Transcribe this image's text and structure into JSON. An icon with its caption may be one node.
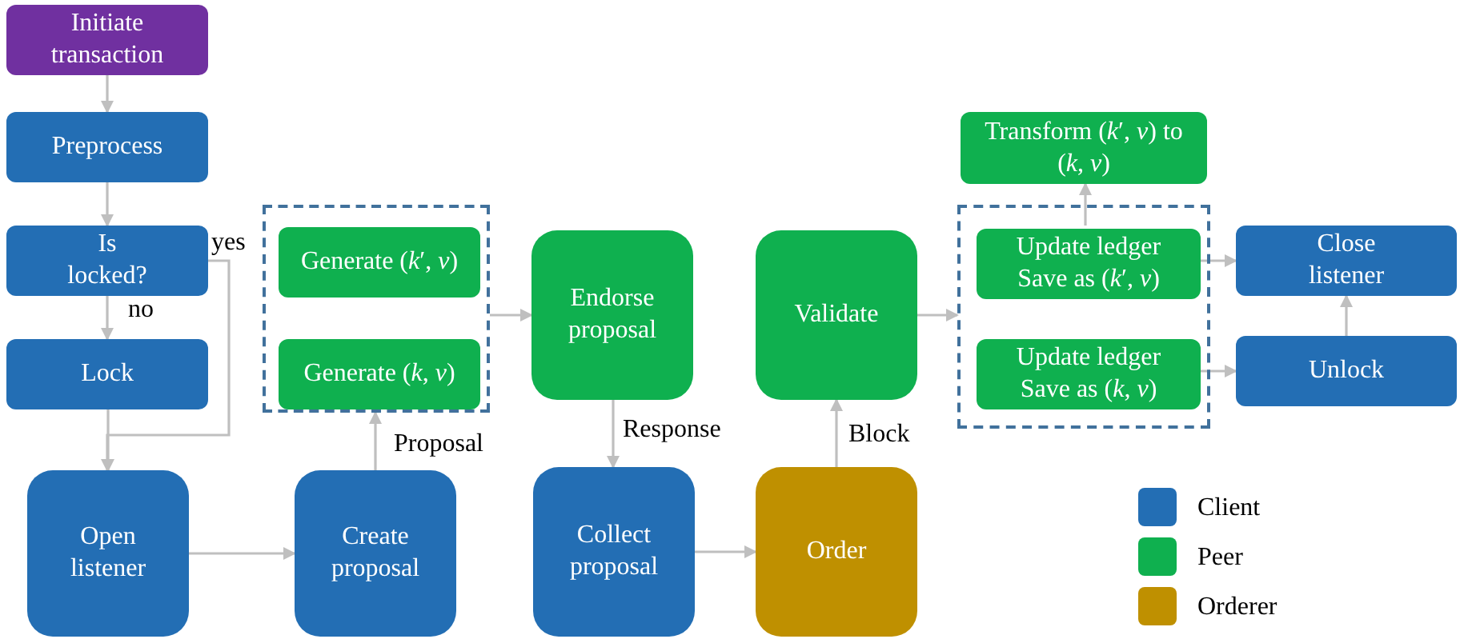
{
  "diagram": {
    "nodes": [
      {
        "text": [
          "Initiate transaction"
        ]
      },
      {
        "text": [
          "Preprocess"
        ]
      },
      {
        "text": [
          "Is locked?"
        ]
      },
      {
        "text": [
          "Lock"
        ]
      },
      {
        "text": [
          "Open listener"
        ]
      },
      {
        "text": [
          "Create proposal"
        ]
      },
      {
        "text": [],
        "shape": "box"
      },
      {
        "text": [
          "Generate (*k*′, *v*)"
        ],
        "in": 6
      },
      {
        "text": [
          "Generate (*k*, *v*)"
        ],
        "in": 6
      },
      {
        "text": [
          "Endorse proposal"
        ]
      },
      {
        "text": [
          "Collect proposal"
        ]
      },
      {
        "text": [
          "Validate"
        ]
      },
      {
        "text": [
          "Order"
        ]
      },
      {
        "text": [
          "Transform (*k*′, *v*) to (*k*, *v*)"
        ]
      },
      {
        "text": [],
        "shape": "box"
      },
      {
        "text": [
          "Update ledger Save as (*k*′, *v*)"
        ],
        "in": 14
      },
      {
        "text": [
          "Update ledger Save as (*k*, *v*)"
        ],
        "in": 14
      },
      {
        "text": [
          "Close listener"
        ]
      },
      {
        "text": [
          "Unlock"
        ]
      }
    ],
    "edges": [
      {
        "from": 0,
        "to": 1,
        "arrow": "to"
      },
      {
        "from": 1,
        "to": 2,
        "arrow": "to"
      },
      {
        "from": 2,
        "to": 3,
        "arrow": "to",
        "label": "no"
      },
      {
        "from": 3,
        "to": 4,
        "arrow": "to"
      },
      {
        "from": 2,
        "to": 4,
        "arrow": "to",
        "label": "yes"
      },
      {
        "from": 4,
        "to": 5,
        "arrow": "to"
      },
      {
        "from": 5,
        "to": 6,
        "arrow": "to",
        "label": "Proposal"
      },
      {
        "from": 6,
        "to": 9,
        "arrow": "to"
      },
      {
        "from": 9,
        "to": 10,
        "arrow": "to",
        "label": "Response"
      },
      {
        "from": 10,
        "to": 12,
        "arrow": "to"
      },
      {
        "from": 12,
        "to": 11,
        "arrow": "to",
        "label": "Block"
      },
      {
        "from": 11,
        "to": 14,
        "arrow": "to"
      },
      {
        "from": 15,
        "to": 13,
        "arrow": "to"
      },
      {
        "from": 15,
        "to": 17,
        "arrow": "to"
      },
      {
        "from": 16,
        "to": 18,
        "arrow": "to"
      },
      {
        "from": 18,
        "to": 17,
        "arrow": "to"
      }
    ],
    "legend": [
      {
        "text": "Client",
        "color": "#236eb4"
      },
      {
        "text": "Peer",
        "color": "#0fb04f"
      },
      {
        "text": "Orderer",
        "color": "#bf9000"
      }
    ]
  }
}
